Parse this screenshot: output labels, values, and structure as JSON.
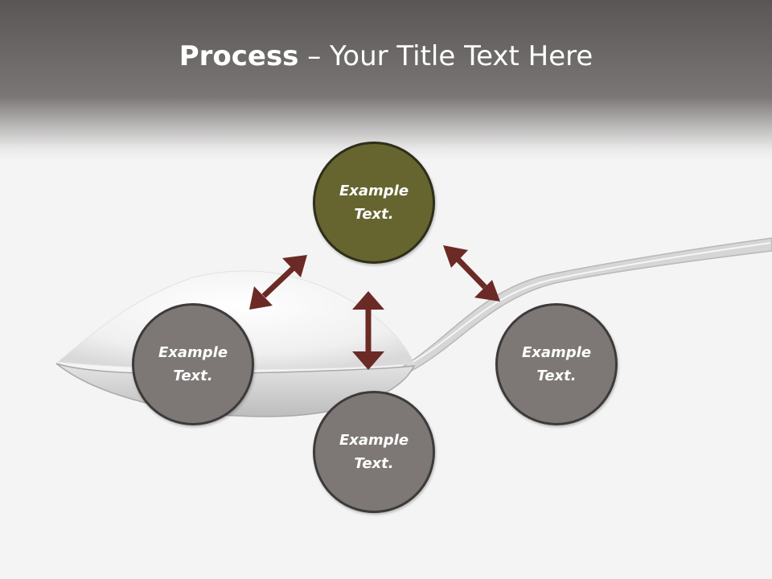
{
  "slide": {
    "title_bold": "Process",
    "title_rest": " – Your Title Text Here"
  },
  "nodes": {
    "top": "Example\nText.",
    "left": "Example\nText.",
    "bottom": "Example\nText.",
    "right": "Example\nText."
  },
  "colors": {
    "top_node": "#666530",
    "other_nodes": "#7d7875",
    "arrows": "#6b2a26"
  }
}
